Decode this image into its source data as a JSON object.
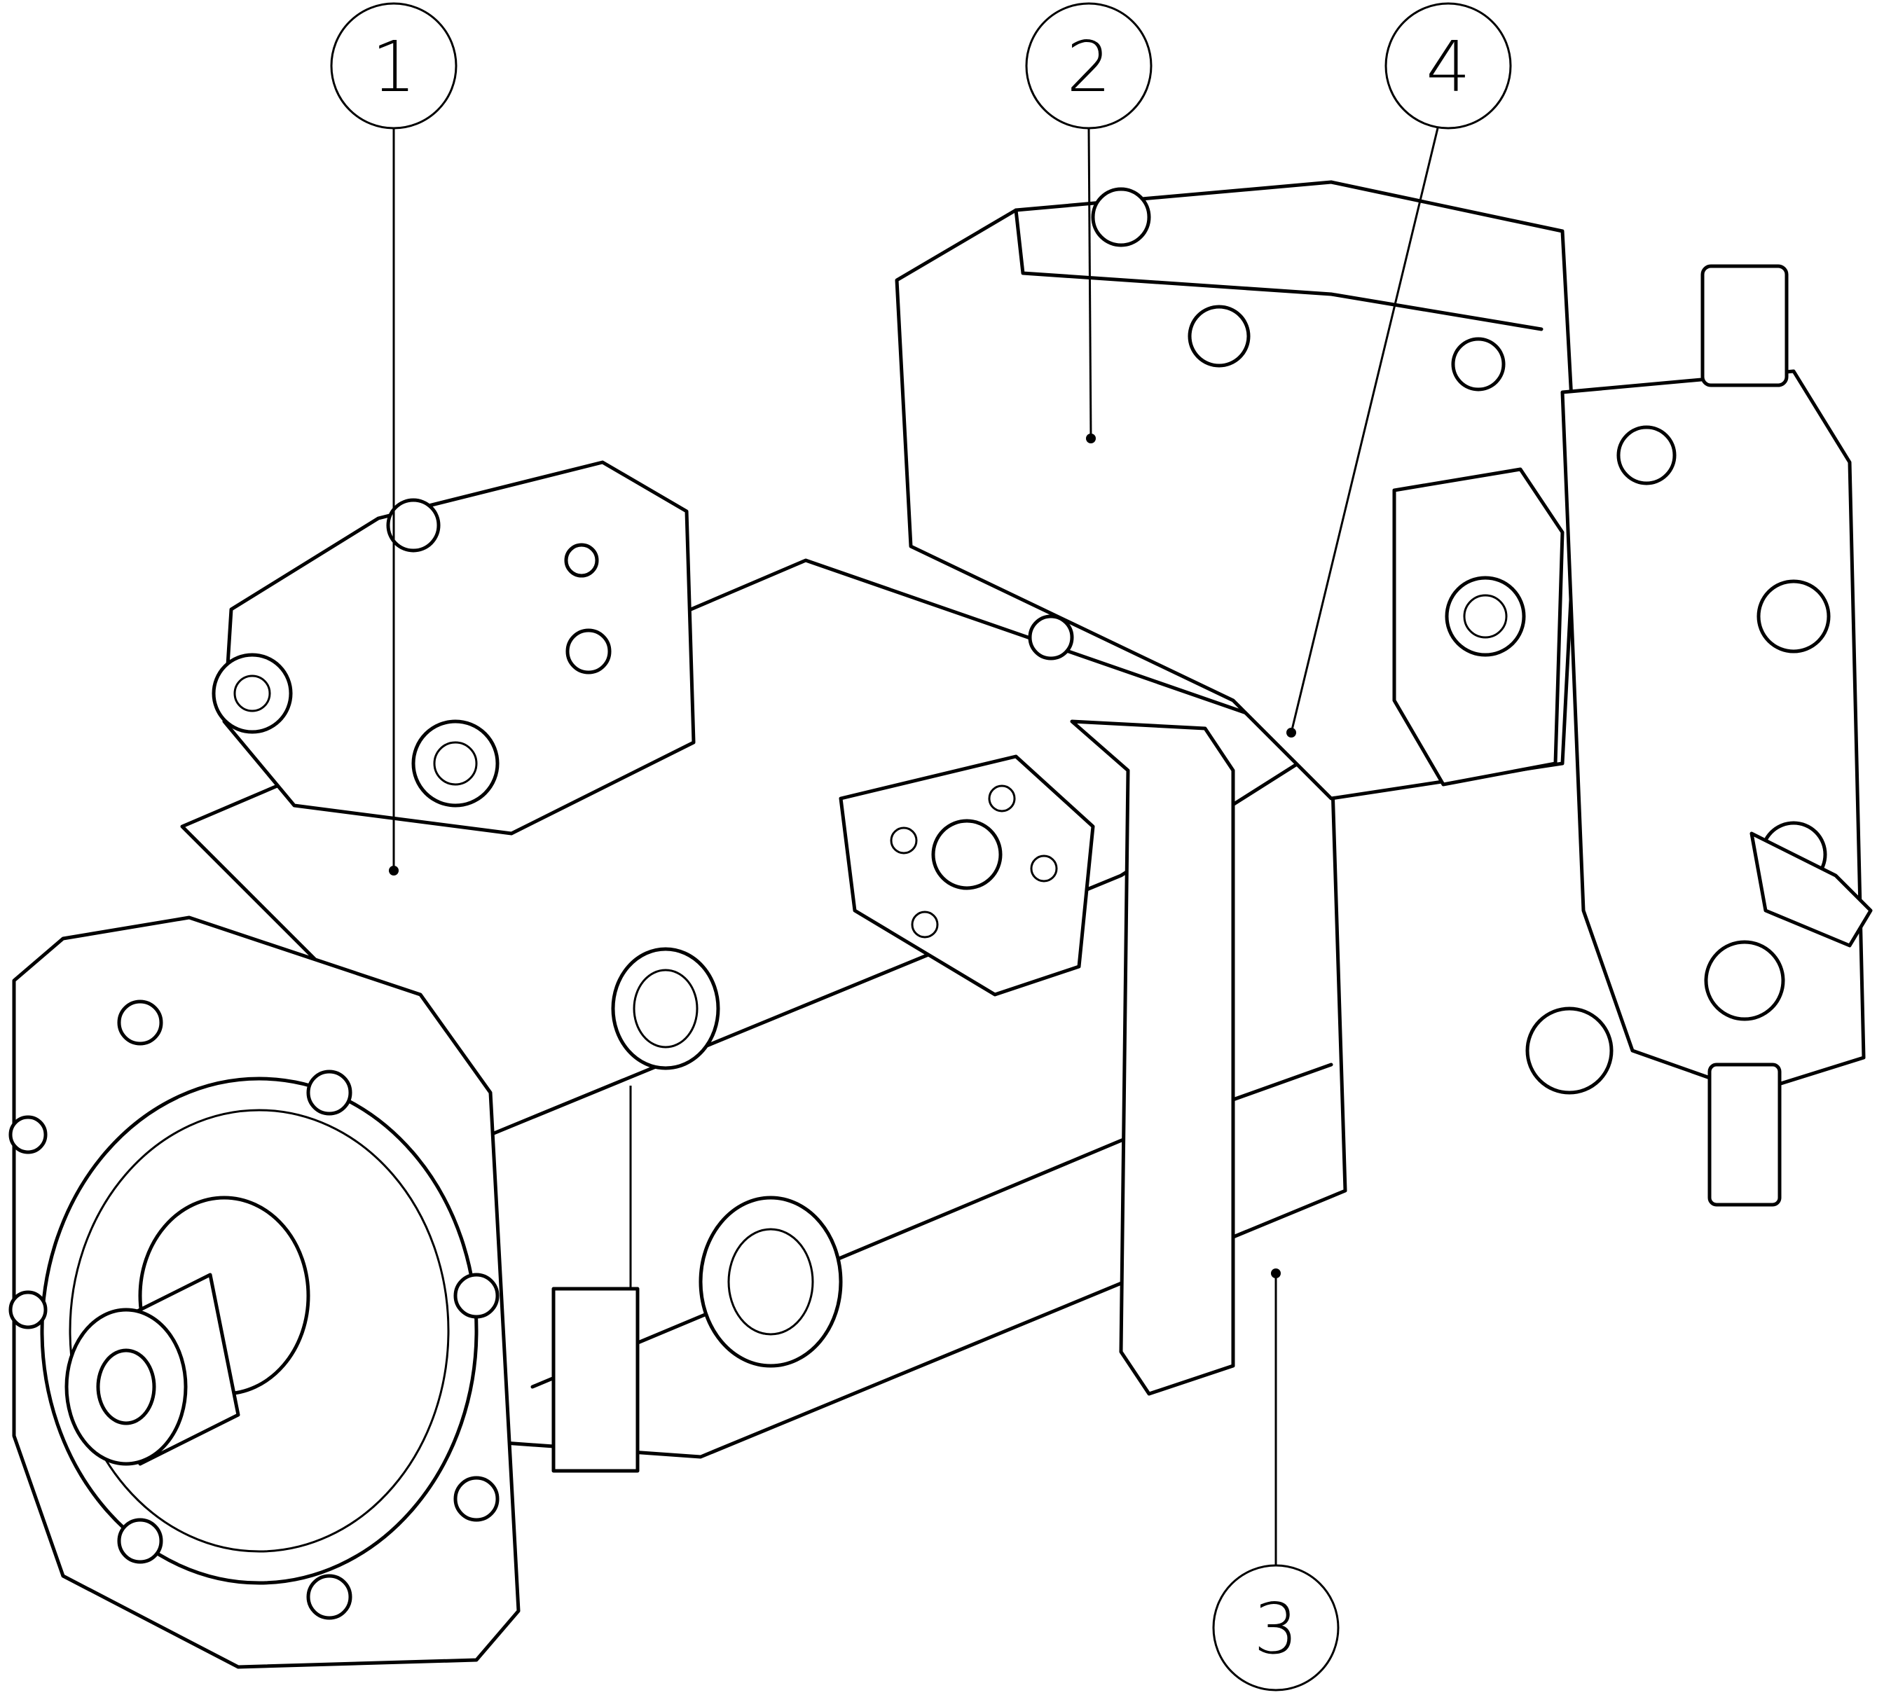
{
  "diagram": {
    "type": "exploded-callout line drawing",
    "callouts": [
      {
        "id": "1",
        "label": "1"
      },
      {
        "id": "2",
        "label": "2"
      },
      {
        "id": "3",
        "label": "3"
      },
      {
        "id": "4",
        "label": "4"
      }
    ],
    "colors": {
      "line": "#000000",
      "background": "#ffffff"
    }
  }
}
